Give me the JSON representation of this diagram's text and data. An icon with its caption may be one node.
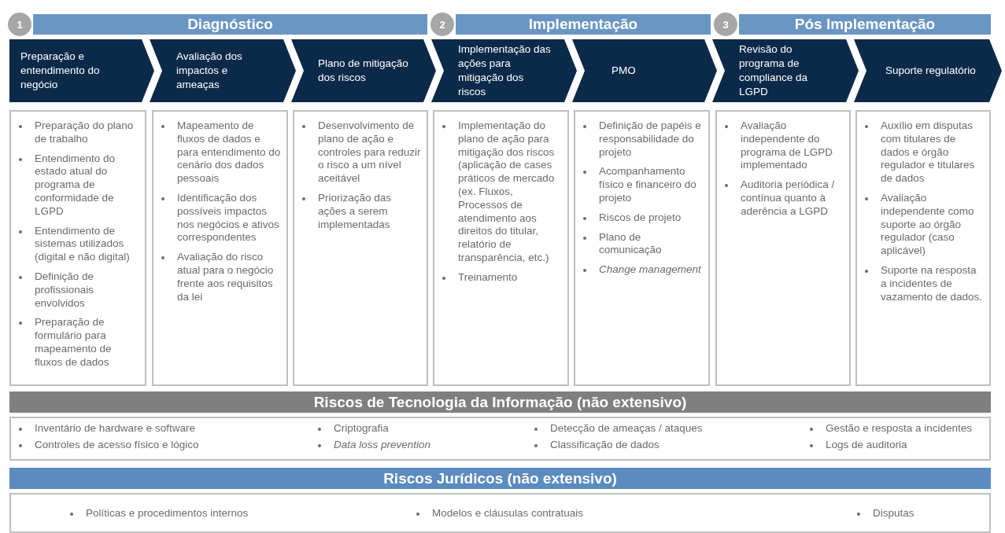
{
  "diagram": {
    "nodes": [
      {
        "text": [
          "1"
        ]
      },
      {
        "text": [
          "Diagnóstico"
        ]
      },
      {
        "text": [
          "2"
        ]
      },
      {
        "text": [
          "Implementação"
        ]
      },
      {
        "text": [
          "3"
        ]
      },
      {
        "text": [
          "Pós Implementação"
        ]
      },
      {
        "text": [
          "Preparação e entendimento do negócio"
        ]
      },
      {
        "text": [
          "Avaliação dos impactos e ameaças"
        ]
      },
      {
        "text": [
          "Plano de mitigação dos riscos"
        ]
      },
      {
        "text": [
          "Implementação das ações para mitigação dos riscos"
        ]
      },
      {
        "text": [
          "PMO"
        ]
      },
      {
        "text": [
          "Revisão do programa de compliance da LGPD"
        ]
      },
      {
        "text": [
          "Suporte regulatório"
        ]
      },
      {
        "text": [
          "Preparação do plano de trabalho",
          "Entendimento do estado atual do programa de conformidade de LGPD",
          "Entendimento de sistemas utilizados (digital e não digital)",
          "Definição de profissionais envolvidos",
          "Preparação de formulário para mapeamento de fluxos de dados"
        ]
      },
      {
        "text": [
          "Mapeamento de fluxos de dados e para entendimento do cenário dos dados pessoais",
          "Identificação dos possíveis impactos nos negócios e ativos correspondentes",
          "Avaliação do risco atual para o negócio frente aos requisitos da lei"
        ]
      },
      {
        "text": [
          "Desenvolvimento de plano de ação e controles para reduzir o risco a um nível aceitável",
          "Priorização das ações a serem implementadas"
        ]
      },
      {
        "text": [
          "Implementação do plano de ação para mitigação dos riscos (aplicação de cases práticos de mercado (ex. Fluxos, Processos de atendimento aos direitos do titular, relatório de transparência, etc.)",
          "Treinamento"
        ]
      },
      {
        "text": [
          "Definição de papéis e responsabilidade do projeto",
          "Acompanhamento físico e financeiro do projeto",
          "Riscos de projeto",
          "Plano de comunicação",
          "Change management"
        ]
      },
      {
        "text": [
          "Avaliação independente do programa de LGPD implementado",
          "Auditoria periódica / contínua quanto à aderência a LGPD"
        ]
      },
      {
        "text": [
          "Auxílio em disputas com titulares de dados e órgão regulador e titulares de dados",
          "Avaliação independente como suporte ao órgão regulador (caso aplicável)",
          "Suporte na resposta a incidentes de vazamento de dados."
        ]
      },
      {
        "text": [
          "Riscos de Tecnologia da Informação (não extensivo)"
        ]
      },
      {
        "text": [
          "Inventário de hardware e software",
          "Criptografia",
          "Detecção de ameaças / ataques",
          "Gestão e resposta a incidentes",
          "Controles de acesso físico e lógico",
          "Data loss prevention",
          "Classificação de dados",
          "Logs de auditoria"
        ]
      },
      {
        "text": [
          "Riscos Jurídicos (não extensivo)"
        ]
      },
      {
        "text": [
          "Políticas e procedimentos internos",
          "Modelos e cláusulas contratuais",
          "Disputas"
        ]
      }
    ]
  }
}
